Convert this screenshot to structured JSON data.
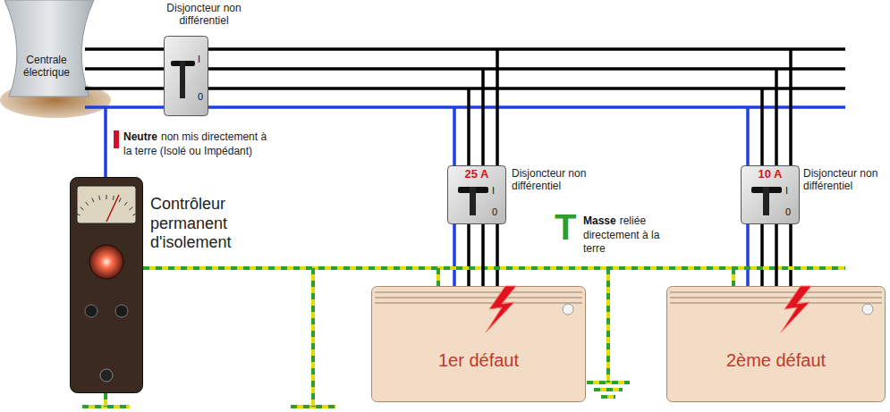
{
  "diagram": {
    "nodes": [
      {
        "text": [
          "Disjoncteur non différentiel",
          "I",
          "0"
        ]
      },
      {
        "text": [
          "Contrôleur permanent d'isolement"
        ]
      },
      {
        "text": [
          "25 A",
          "I",
          "0",
          "Disjoncteur non différentiel"
        ]
      },
      {
        "text": [
          "10 A",
          "I",
          "0",
          "Disjoncteur non différentiel"
        ]
      },
      {
        "text": [
          "1er défaut"
        ]
      },
      {
        "text": [
          "2ème défaut"
        ]
      }
    ],
    "edges": [
      {
        "from": 2,
        "to": 4,
        "arrow": "none"
      },
      {
        "from": 3,
        "to": 5,
        "arrow": "none"
      }
    ],
    "labels": [
      "Centrale électrique",
      "Neutre",
      "non mis directement à la terre (Isolé ou Impédant)",
      "T",
      "Masse",
      "reliée directement à la terre"
    ]
  }
}
